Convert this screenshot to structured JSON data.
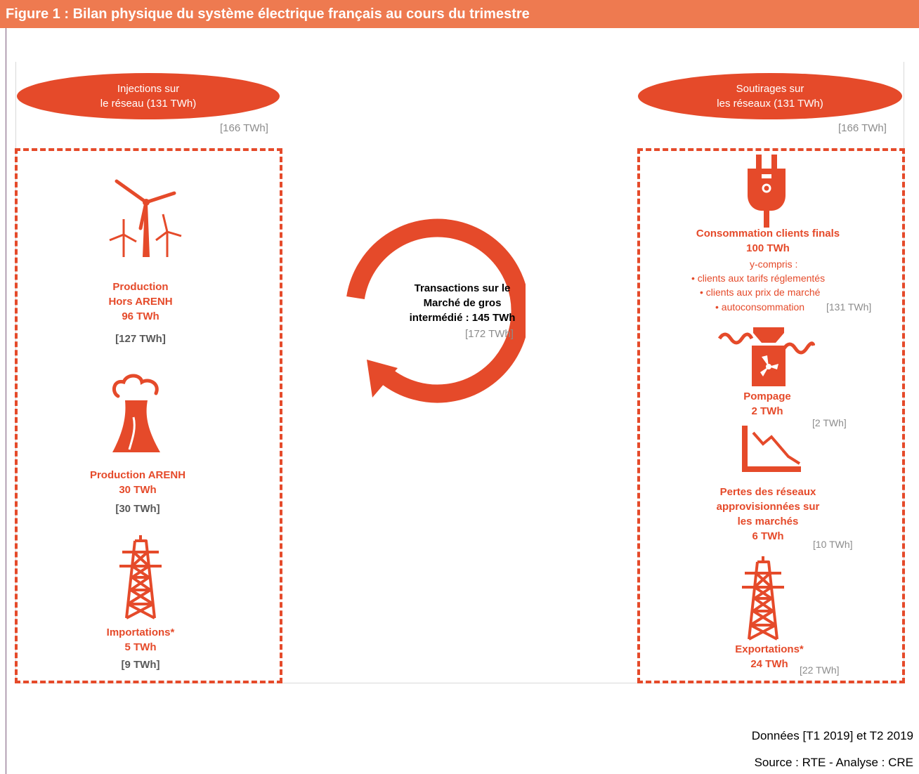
{
  "header": {
    "title": "Figure 1 : Bilan physique du système électrique français au cours du trimestre"
  },
  "injections": {
    "pill_line1": "Injections sur",
    "pill_line2": "le réseau (131 TWh)",
    "prev_total": "[166 TWh]",
    "items": [
      {
        "line1": "Production",
        "line2": "Hors ARENH",
        "value": "96 TWh",
        "prev": "[127 TWh]",
        "icon": "wind-turbine-icon"
      },
      {
        "line1": "Production ARENH",
        "value": "30 TWh",
        "prev": "[30 TWh]",
        "icon": "cooling-tower-icon"
      },
      {
        "line1": "Importations*",
        "value": "5 TWh",
        "prev": "[9 TWh]",
        "icon": "pylon-icon"
      }
    ]
  },
  "soutirages": {
    "pill_line1": "Soutirages sur",
    "pill_line2": "les réseaux (131 TWh)",
    "prev_total": "[166 TWh]",
    "consommation": {
      "title": "Consommation clients finals",
      "value": "100 TWh",
      "included": "y-compris :",
      "bullets": [
        "• clients aux tarifs réglementés",
        "• clients aux prix de marché",
        "• autoconsommation"
      ],
      "prev": "[131 TWh]",
      "icon": "plug-icon"
    },
    "pompage": {
      "title": "Pompage",
      "value": "2 TWh",
      "prev": "[2 TWh]",
      "icon": "pumping-station-icon"
    },
    "pertes": {
      "line1": "Pertes des réseaux",
      "line2": "approvisionnées sur",
      "line3": "les marchés",
      "value": "6 TWh",
      "prev": "[10 TWh]",
      "icon": "declining-chart-icon"
    },
    "exportations": {
      "title": "Exportations*",
      "value": "24 TWh",
      "prev": "[22 TWh]",
      "icon": "pylon-icon"
    }
  },
  "center": {
    "line1": "Transactions sur le",
    "line2": "Marché de gros",
    "line3": "intermédié :  145 TWh",
    "prev": "[172 TWh]",
    "icon": "circular-arrow-icon"
  },
  "footer": {
    "data_line": "Données [T1 2019] et T2 2019",
    "source_line": "Source : RTE - Analyse : CRE"
  },
  "colors": {
    "accent": "#e54a2a",
    "header": "#ee7a50",
    "gray": "#8c8c8c"
  }
}
